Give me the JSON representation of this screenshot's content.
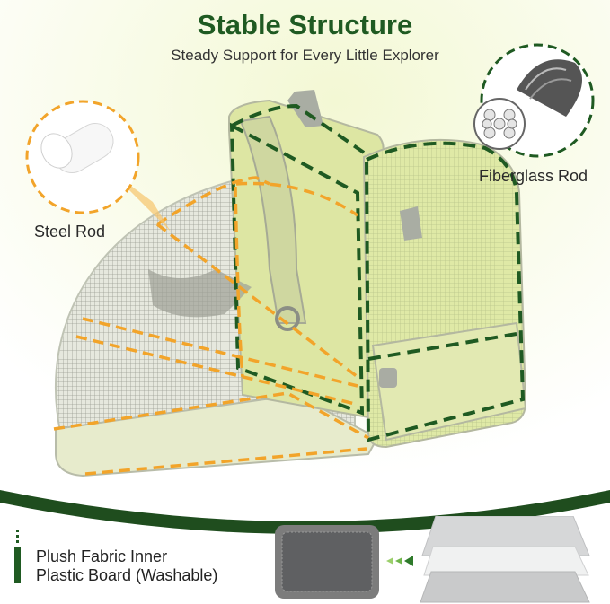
{
  "header": {
    "title": "Stable Structure",
    "subtitle": "Steady Support for Every Little Explorer"
  },
  "callouts": {
    "steel_rod": "Steel Rod",
    "fiberglass_rod": "Fiberglass Rod"
  },
  "bottom": {
    "line1": "Plush Fabric Inner",
    "line2": "Plastic Board (Washable)"
  },
  "colors": {
    "brand_green": "#1f5a22",
    "accent_orange": "#f2a42a",
    "mesh_yellow": "#e6efb3"
  },
  "icons": [
    "steel-rod-icon",
    "fiberglass-rod-icon",
    "plush-pad-icon",
    "arrow-right-icon",
    "board-stack-icon"
  ]
}
